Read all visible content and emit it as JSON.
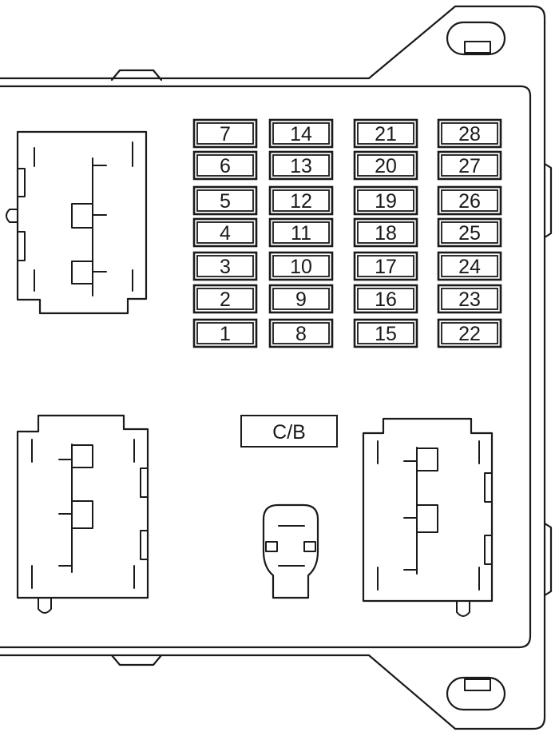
{
  "diagram": {
    "fuses": [
      {
        "label": "7"
      },
      {
        "label": "6"
      },
      {
        "label": "5"
      },
      {
        "label": "4"
      },
      {
        "label": "3"
      },
      {
        "label": "2"
      },
      {
        "label": "1"
      },
      {
        "label": "14"
      },
      {
        "label": "13"
      },
      {
        "label": "12"
      },
      {
        "label": "11"
      },
      {
        "label": "10"
      },
      {
        "label": "9"
      },
      {
        "label": "8"
      },
      {
        "label": "21"
      },
      {
        "label": "20"
      },
      {
        "label": "19"
      },
      {
        "label": "18"
      },
      {
        "label": "17"
      },
      {
        "label": "16"
      },
      {
        "label": "15"
      },
      {
        "label": "28"
      },
      {
        "label": "27"
      },
      {
        "label": "26"
      },
      {
        "label": "25"
      },
      {
        "label": "24"
      },
      {
        "label": "23"
      },
      {
        "label": "22"
      }
    ],
    "circuit_breaker": {
      "label": "C/B"
    }
  }
}
